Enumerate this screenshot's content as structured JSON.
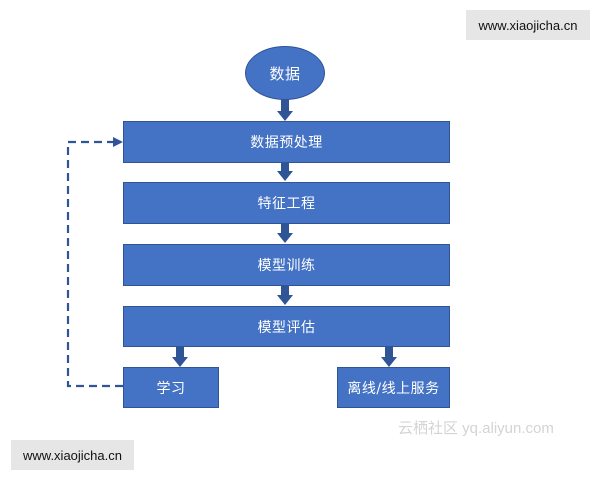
{
  "flowchart": {
    "nodes": {
      "start": "数据",
      "preprocess": "数据预处理",
      "feature": "特征工程",
      "train": "模型训练",
      "evaluate": "模型评估",
      "learn": "学习",
      "deploy": "离线/线上服务"
    },
    "colors": {
      "node_fill": "#4472c4",
      "node_border": "#2f5597",
      "arrow": "#2f5597",
      "feedback": "#2f5597"
    }
  },
  "watermarks": {
    "top_right": "www.xiaojicha.cn",
    "bottom_left": "www.xiaojicha.cn",
    "source": "云栖社区 yq.aliyun.com"
  }
}
